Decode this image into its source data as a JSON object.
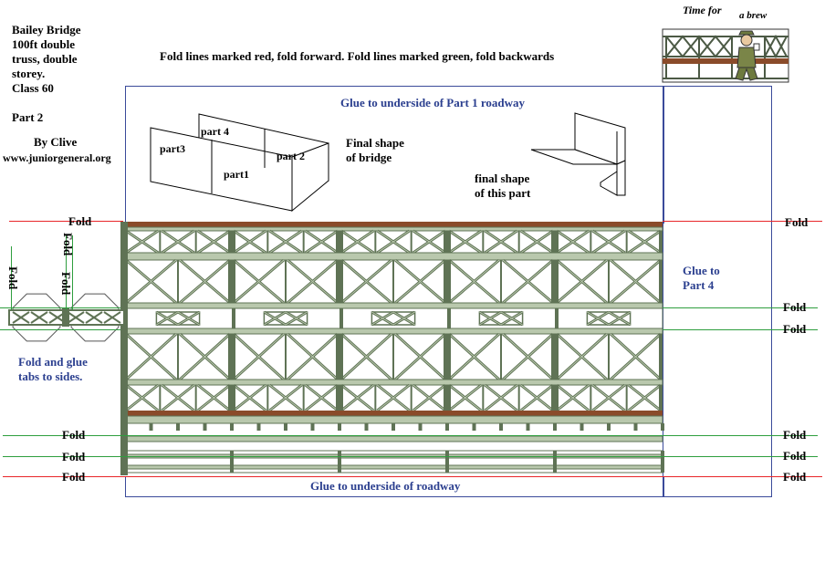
{
  "title_block": {
    "line1": "Bailey Bridge",
    "line2": "100ft double",
    "line3": "truss, double",
    "line4": "storey.",
    "line5": "Class 60",
    "part": "Part 2",
    "author": "By Clive",
    "website": "www.juniorgeneral.org"
  },
  "instructions": "Fold lines marked red, fold forward.  Fold lines marked green, fold backwards",
  "cartoon": {
    "caption_a": "Time for",
    "caption_b": "a brew"
  },
  "top_panel": {
    "glue_label": "Glue to underside of Part 1 roadway",
    "final_bridge_label_1": "Final shape",
    "final_bridge_label_2": "of bridge",
    "final_part_label_1": "final shape",
    "final_part_label_2": "of this part",
    "iso_labels": {
      "part1": "part1",
      "part2": "part 2",
      "part3": "part3",
      "part4": "part 4"
    }
  },
  "right_panel": {
    "glue_label_1": "Glue to",
    "glue_label_2": "Part 4"
  },
  "bottom_panel": {
    "glue_label": "Glue to underside of roadway"
  },
  "left_tabs": {
    "label_1": "Fold and glue",
    "label_2": "tabs to sides."
  },
  "fold_label": "Fold",
  "colors": {
    "fold_forward": "#e8262a",
    "fold_backward": "#2e9e3e",
    "panel_border": "#3a4a9a",
    "label_blue": "#2b3f8f",
    "truss_green": "#5f7355",
    "truss_light": "#b9c8ad",
    "roadway_brown": "#8a4b2a"
  }
}
